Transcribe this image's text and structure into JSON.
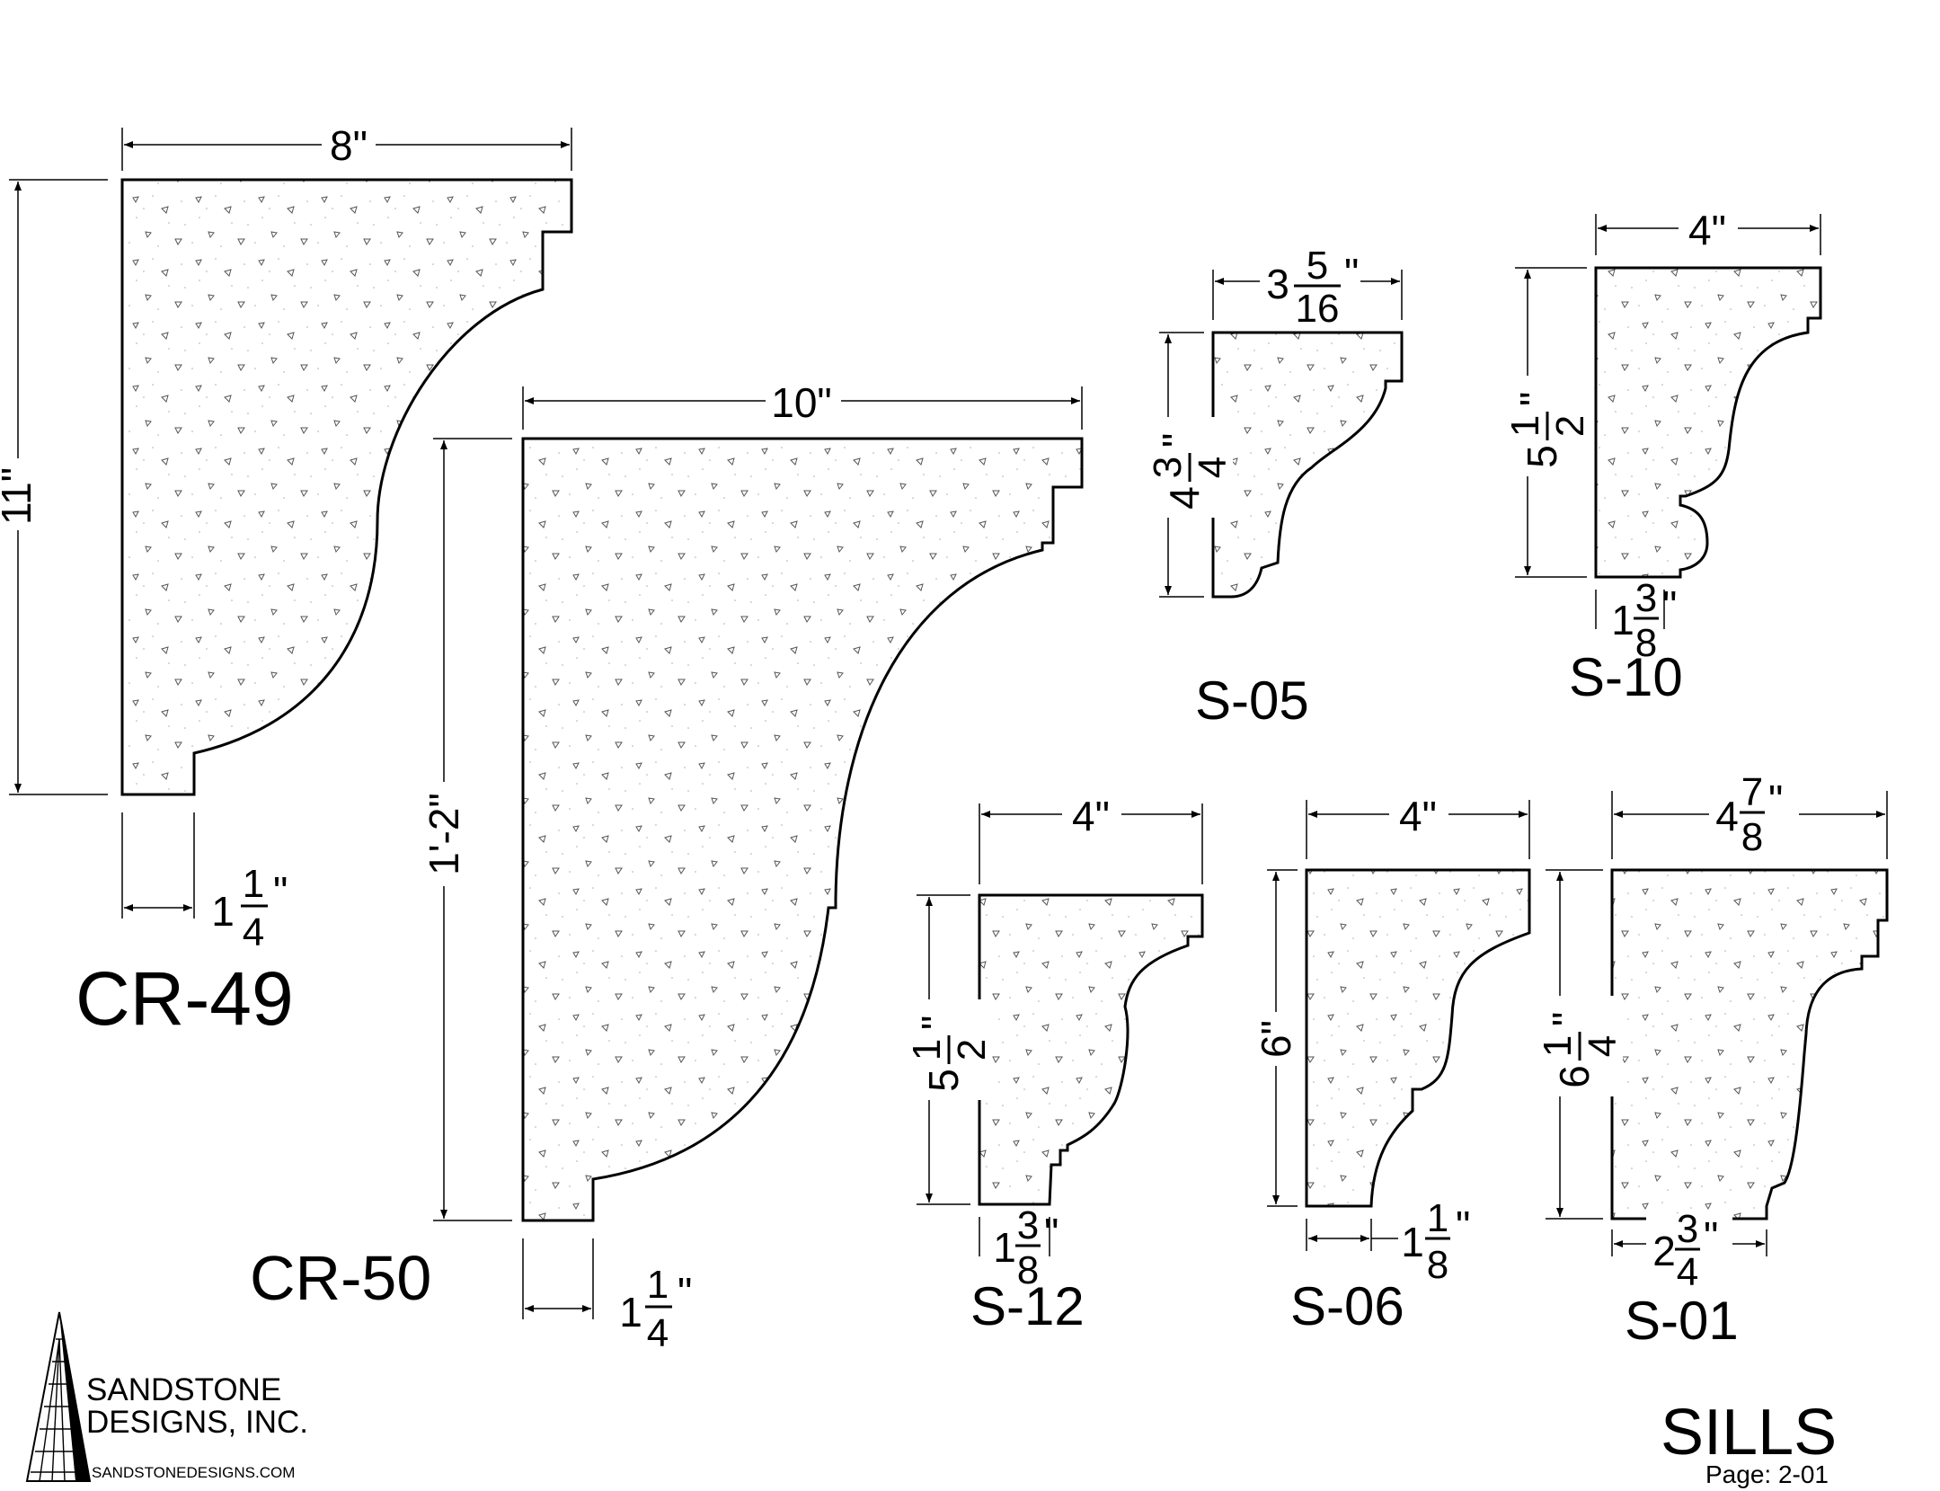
{
  "title": "SILLS",
  "page_label": "Page: 2-01",
  "company": {
    "name_line1": "SANDSTONE",
    "name_line2": "DESIGNS, INC.",
    "website": "SANDSTONEDESIGNS.COM"
  },
  "profiles": [
    {
      "id": "CR-49",
      "width": {
        "whole": "8",
        "unit": "\""
      },
      "height": {
        "whole": "11",
        "unit": "\""
      },
      "base": {
        "whole": "1",
        "num": "1",
        "den": "4",
        "unit": "\""
      }
    },
    {
      "id": "CR-50",
      "width": {
        "whole": "10",
        "unit": "\""
      },
      "height": {
        "whole": "1'-2",
        "unit": "\""
      },
      "base": {
        "whole": "1",
        "num": "1",
        "den": "4",
        "unit": "\""
      }
    },
    {
      "id": "S-05",
      "width": {
        "whole": "3",
        "num": "5",
        "den": "16",
        "unit": "\""
      },
      "height": {
        "whole": "4",
        "num": "3",
        "den": "4",
        "unit": "\""
      }
    },
    {
      "id": "S-10",
      "width": {
        "whole": "4",
        "unit": "\""
      },
      "height": {
        "whole": "5",
        "num": "1",
        "den": "2",
        "unit": "\""
      },
      "base": {
        "whole": "1",
        "num": "3",
        "den": "8",
        "unit": "\""
      }
    },
    {
      "id": "S-12",
      "width": {
        "whole": "4",
        "unit": "\""
      },
      "height": {
        "whole": "5",
        "num": "1",
        "den": "2",
        "unit": "\""
      },
      "base": {
        "whole": "1",
        "num": "3",
        "den": "8",
        "unit": "\""
      }
    },
    {
      "id": "S-06",
      "width": {
        "whole": "4",
        "unit": "\""
      },
      "height": {
        "whole": "6",
        "unit": "\""
      },
      "base": {
        "whole": "1",
        "num": "1",
        "den": "8",
        "unit": "\""
      }
    },
    {
      "id": "S-01",
      "width": {
        "whole": "4",
        "num": "7",
        "den": "8",
        "unit": "\""
      },
      "height": {
        "whole": "6",
        "num": "1",
        "den": "4",
        "unit": "\""
      },
      "base": {
        "whole": "2",
        "num": "3",
        "den": "4",
        "unit": "\""
      }
    }
  ]
}
